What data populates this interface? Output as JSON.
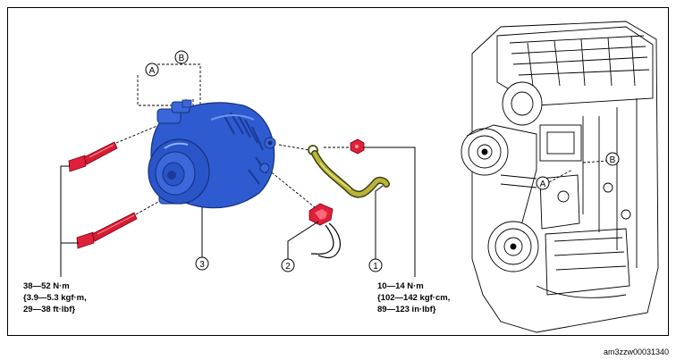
{
  "callouts": {
    "c1": "1",
    "c2": "2",
    "c3": "3",
    "cA": "A",
    "cB": "B"
  },
  "torque_left": {
    "line1": "38—52 N·m",
    "line2": "{3.9—5.3 kgf·m,",
    "line3": "29—38 ft·lbf}"
  },
  "torque_right": {
    "line1": "10—14 N·m",
    "line2": "{102—142 kgf·cm,",
    "line3": "89—123 in·lbf}"
  },
  "doc_id": "am3zzw00031340",
  "colors": {
    "generator": "#2a55c8",
    "generator_dark": "#1a3a94",
    "bolt": "#e0203a",
    "line": "#000000"
  }
}
